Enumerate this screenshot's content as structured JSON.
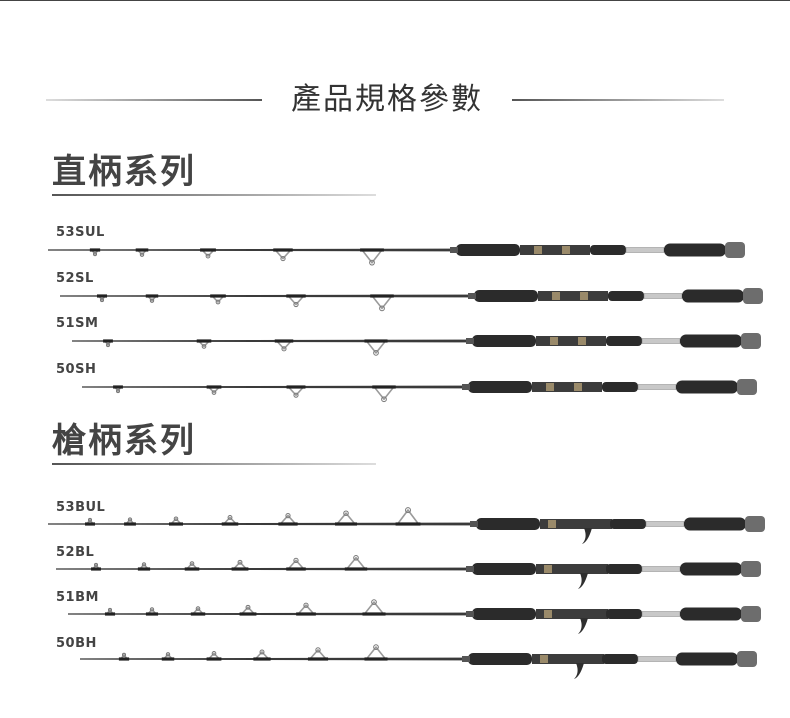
{
  "header": {
    "title": "產品規格參數"
  },
  "sections": [
    {
      "title": "直柄系列",
      "rods": [
        {
          "model": "53SUL",
          "type": "spinning"
        },
        {
          "model": "52SL",
          "type": "spinning"
        },
        {
          "model": "51SM",
          "type": "spinning"
        },
        {
          "model": "50SH",
          "type": "spinning"
        }
      ]
    },
    {
      "title": "槍柄系列",
      "rods": [
        {
          "model": "53BUL",
          "type": "casting"
        },
        {
          "model": "52BL",
          "type": "casting"
        },
        {
          "model": "51BM",
          "type": "casting"
        },
        {
          "model": "50BH",
          "type": "casting"
        }
      ]
    }
  ],
  "colors": {
    "blank": "#3a3a3a",
    "grip": "#2b2b2b",
    "guide": "#9a9a9a",
    "butt_cap": "#6d6d6d"
  }
}
